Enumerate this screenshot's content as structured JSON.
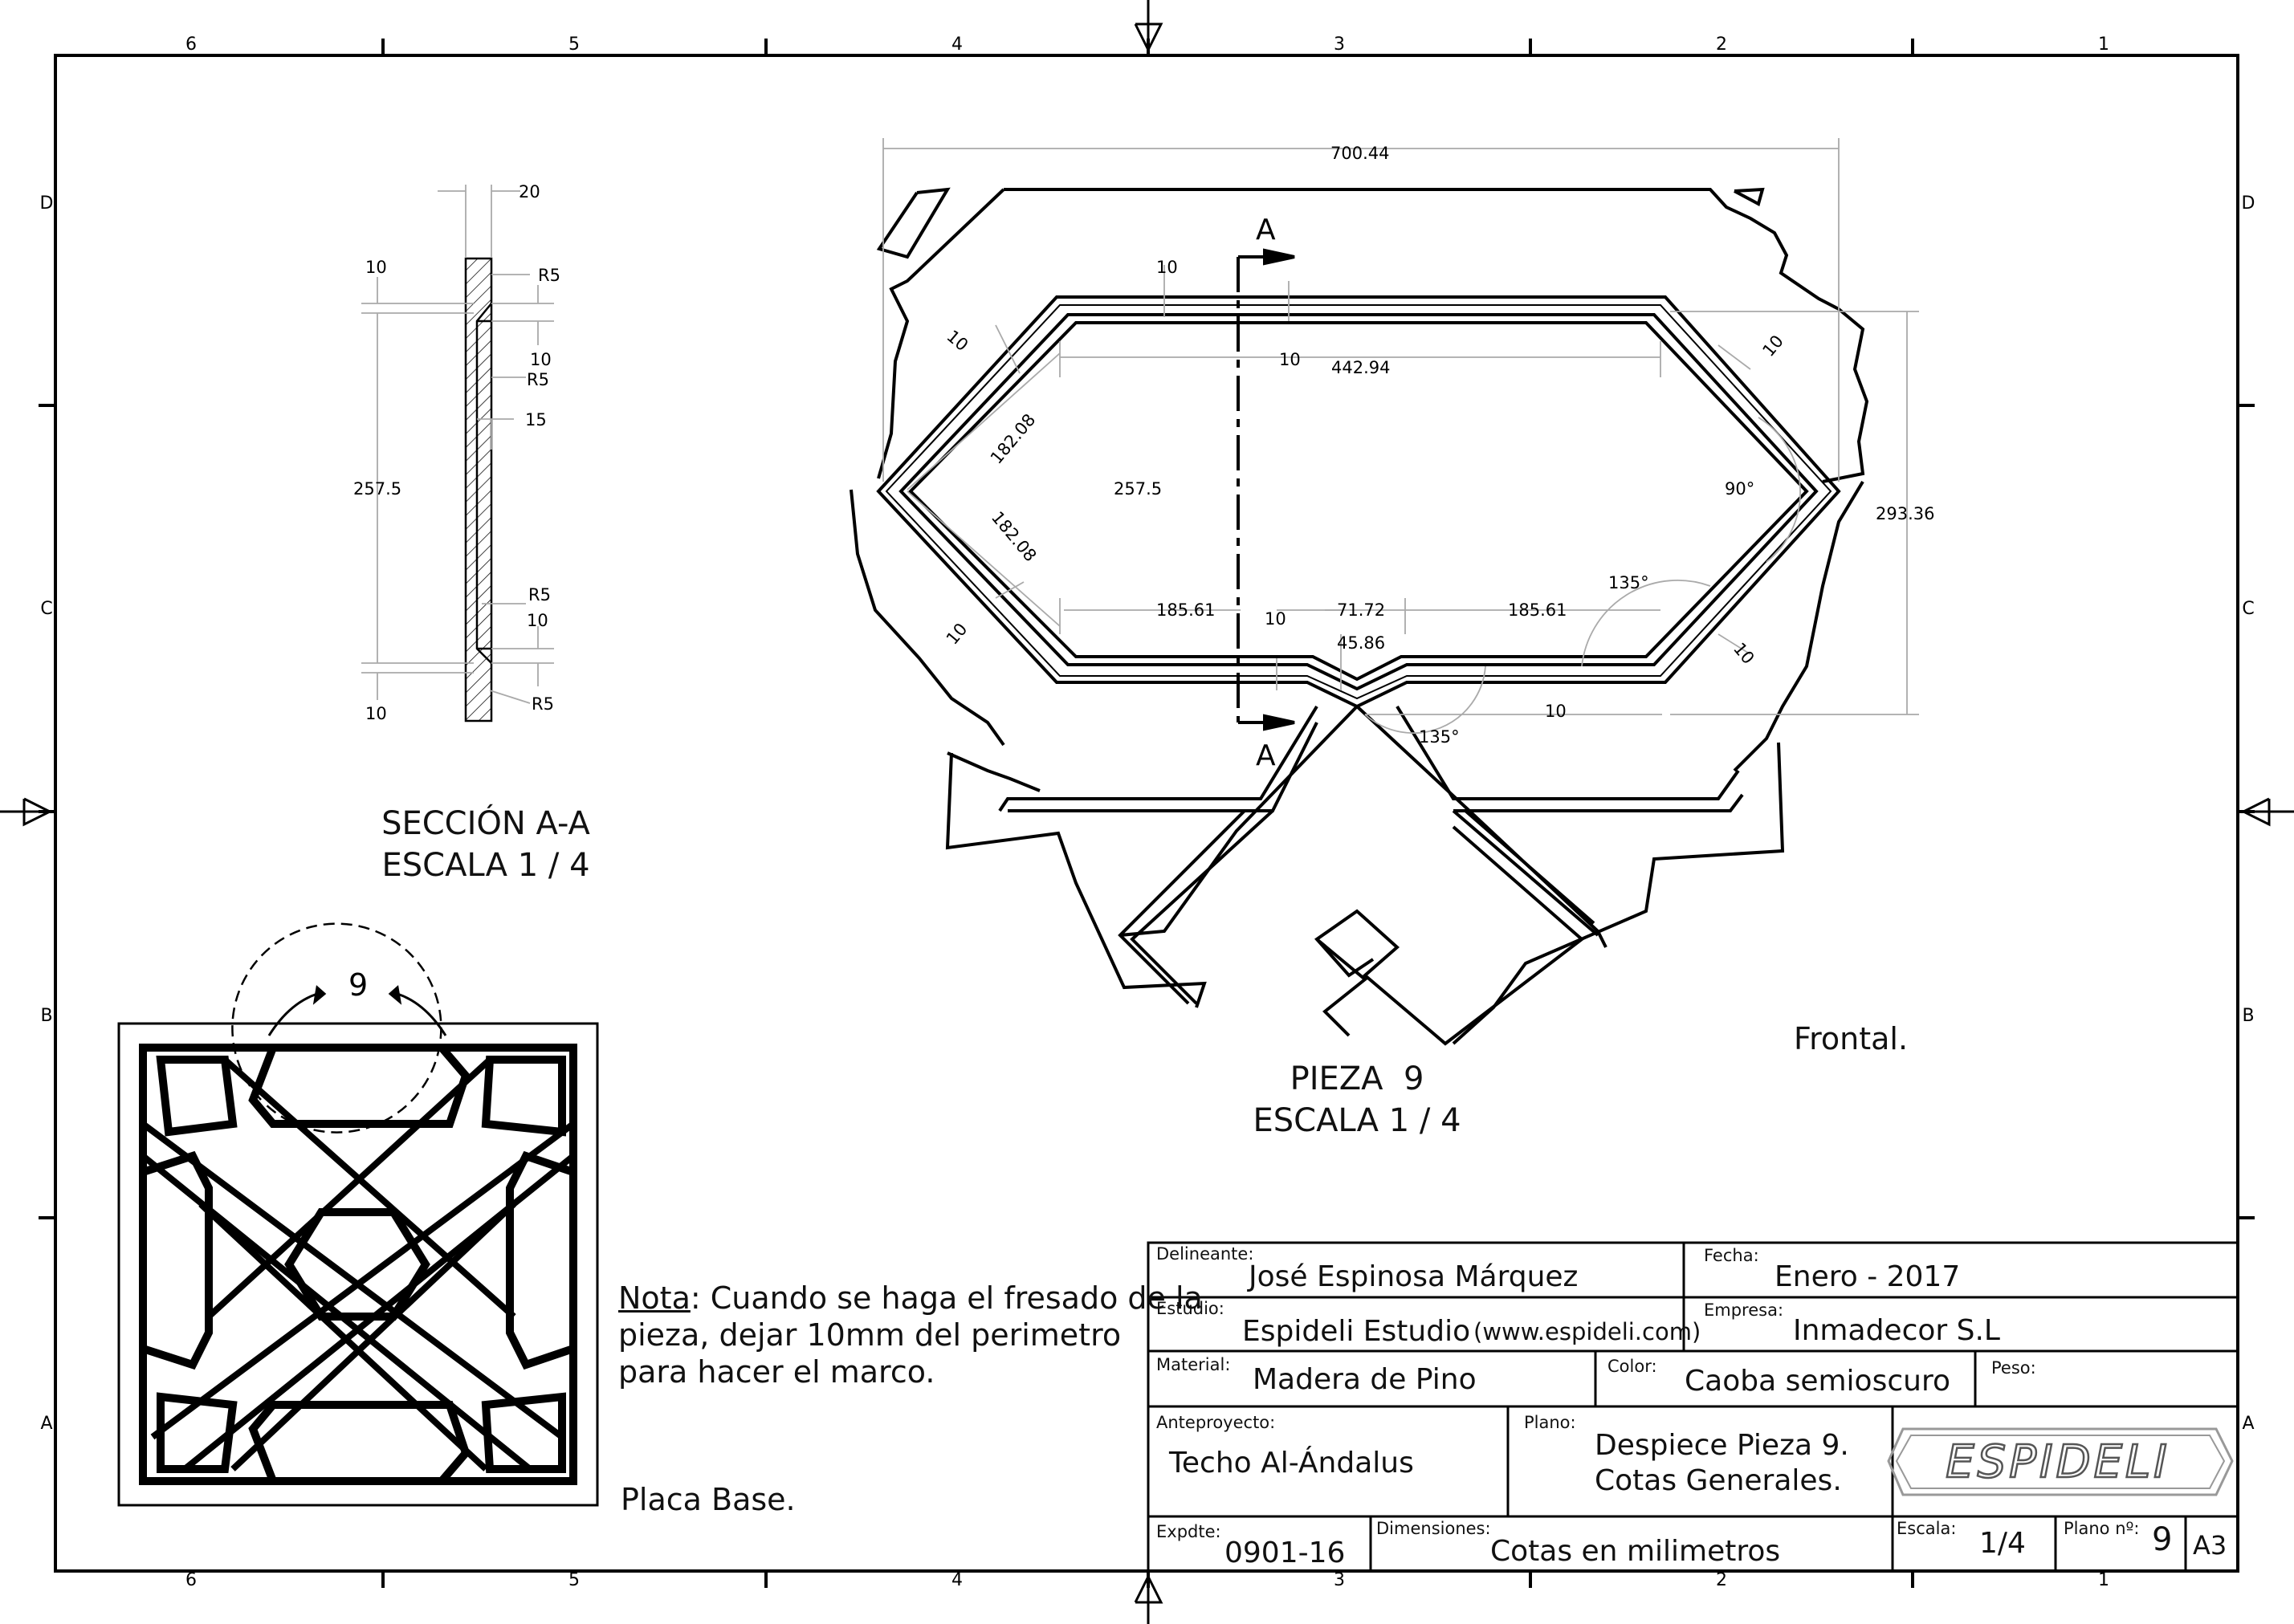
{
  "border": {
    "columns": [
      "6",
      "5",
      "4",
      "3",
      "2",
      "1"
    ],
    "rows": [
      "D",
      "C",
      "B",
      "A"
    ]
  },
  "section": {
    "title": "SECCIÓN A-A",
    "scale": "ESCALA 1 / 4",
    "dims": {
      "top_width": "20",
      "top_offset": "10",
      "r5_a": "R5",
      "inner_top": "10",
      "r5_b": "R5",
      "groove": "15",
      "height": "257.5",
      "r5_c": "R5",
      "inner_bottom": "10",
      "bottom_offset": "10",
      "r5_d": "R5"
    }
  },
  "piece": {
    "title": "PIEZA  9",
    "scale": "ESCALA 1 / 4",
    "section_mark": "A",
    "view": "Frontal.",
    "dims": {
      "overall_width": "700.44",
      "top_gap": "10",
      "top_inner": "10",
      "inner_width": "442.94",
      "diag_tl_gap": "10",
      "diag_tr_gap": "10",
      "diag_upper": "182.08",
      "diag_lower": "182.08",
      "inner_height": "257.5",
      "angle_right": "90°",
      "overall_height": "293.36",
      "diag_bl_gap": "10",
      "diag_br_gap": "10",
      "bottom_left": "185.61",
      "bottom_gap": "10",
      "bottom_mid": "71.72",
      "bottom_right": "185.61",
      "notch_depth": "45.86",
      "angle_a": "135°",
      "angle_b": "135°",
      "bottom_outer": "10"
    }
  },
  "base": {
    "marker": "9",
    "caption": "Placa Base."
  },
  "note": {
    "label": "Nota",
    "line1": ": Cuando se haga el fresado de la",
    "line2": "pieza, dejar 10mm del perimetro",
    "line3": "para hacer el marco."
  },
  "title_block": {
    "delineante_label": "Delineante:",
    "delineante": "José Espinosa Márquez",
    "fecha_label": "Fecha:",
    "fecha": "Enero - 2017",
    "estudio_label": "Estudio:",
    "estudio": "Espideli Estudio",
    "estudio_web": "(www.espideli.com)",
    "empresa_label": "Empresa:",
    "empresa": "Inmadecor S.L",
    "material_label": "Material:",
    "material": "Madera de Pino",
    "color_label": "Color:",
    "color": "Caoba semioscuro",
    "peso_label": "Peso:",
    "anteproyecto_label": "Anteproyecto:",
    "anteproyecto": "Techo Al-Ándalus",
    "plano_label": "Plano:",
    "plano_line1": "Despiece Pieza 9.",
    "plano_line2": "Cotas Generales.",
    "logo": "ESPIDELI",
    "expdte_label": "Expdte:",
    "expdte": "0901-16",
    "dimensiones_label": "Dimensiones:",
    "dimensiones": "Cotas en milimetros",
    "escala_label": "Escala:",
    "escala": "1/4",
    "plano_no_label": "Plano nº:",
    "plano_no": "9",
    "format": "A3"
  }
}
